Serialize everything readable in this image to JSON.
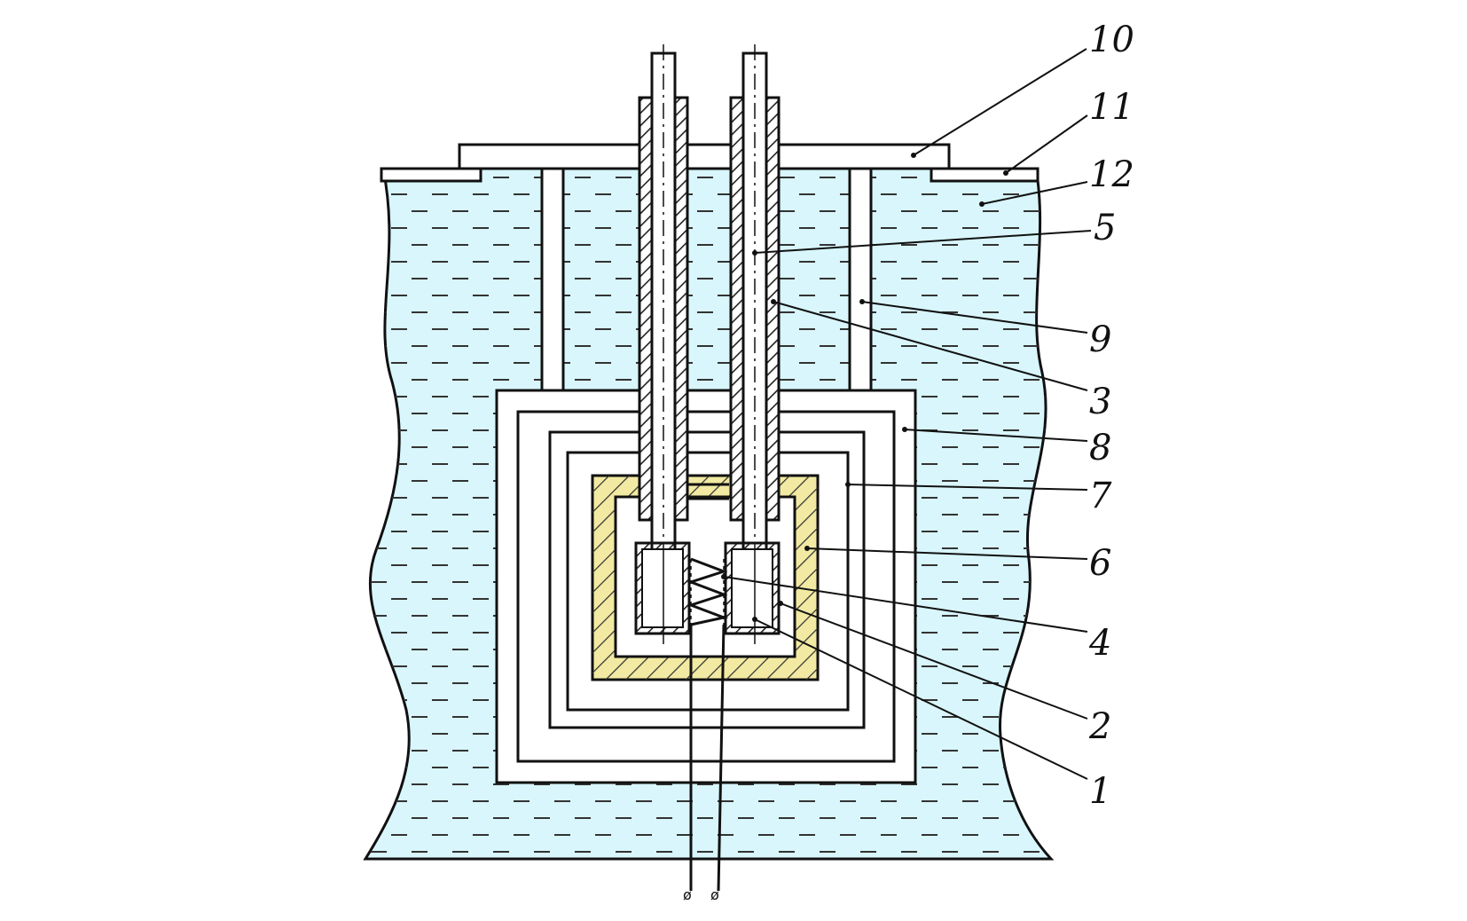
{
  "colors": {
    "water": "#d8f6fc",
    "stroke": "#111111",
    "insulation_hatch_bg": "#f2eaa2",
    "white": "#ffffff"
  },
  "callouts": [
    {
      "id": "10",
      "label": "10"
    },
    {
      "id": "11",
      "label": "11"
    },
    {
      "id": "12",
      "label": "12"
    },
    {
      "id": "5",
      "label": "5"
    },
    {
      "id": "9",
      "label": "9"
    },
    {
      "id": "3",
      "label": "3"
    },
    {
      "id": "8",
      "label": "8"
    },
    {
      "id": "7",
      "label": "7"
    },
    {
      "id": "6",
      "label": "6"
    },
    {
      "id": "4",
      "label": "4"
    },
    {
      "id": "2",
      "label": "2"
    },
    {
      "id": "1",
      "label": "1"
    }
  ]
}
